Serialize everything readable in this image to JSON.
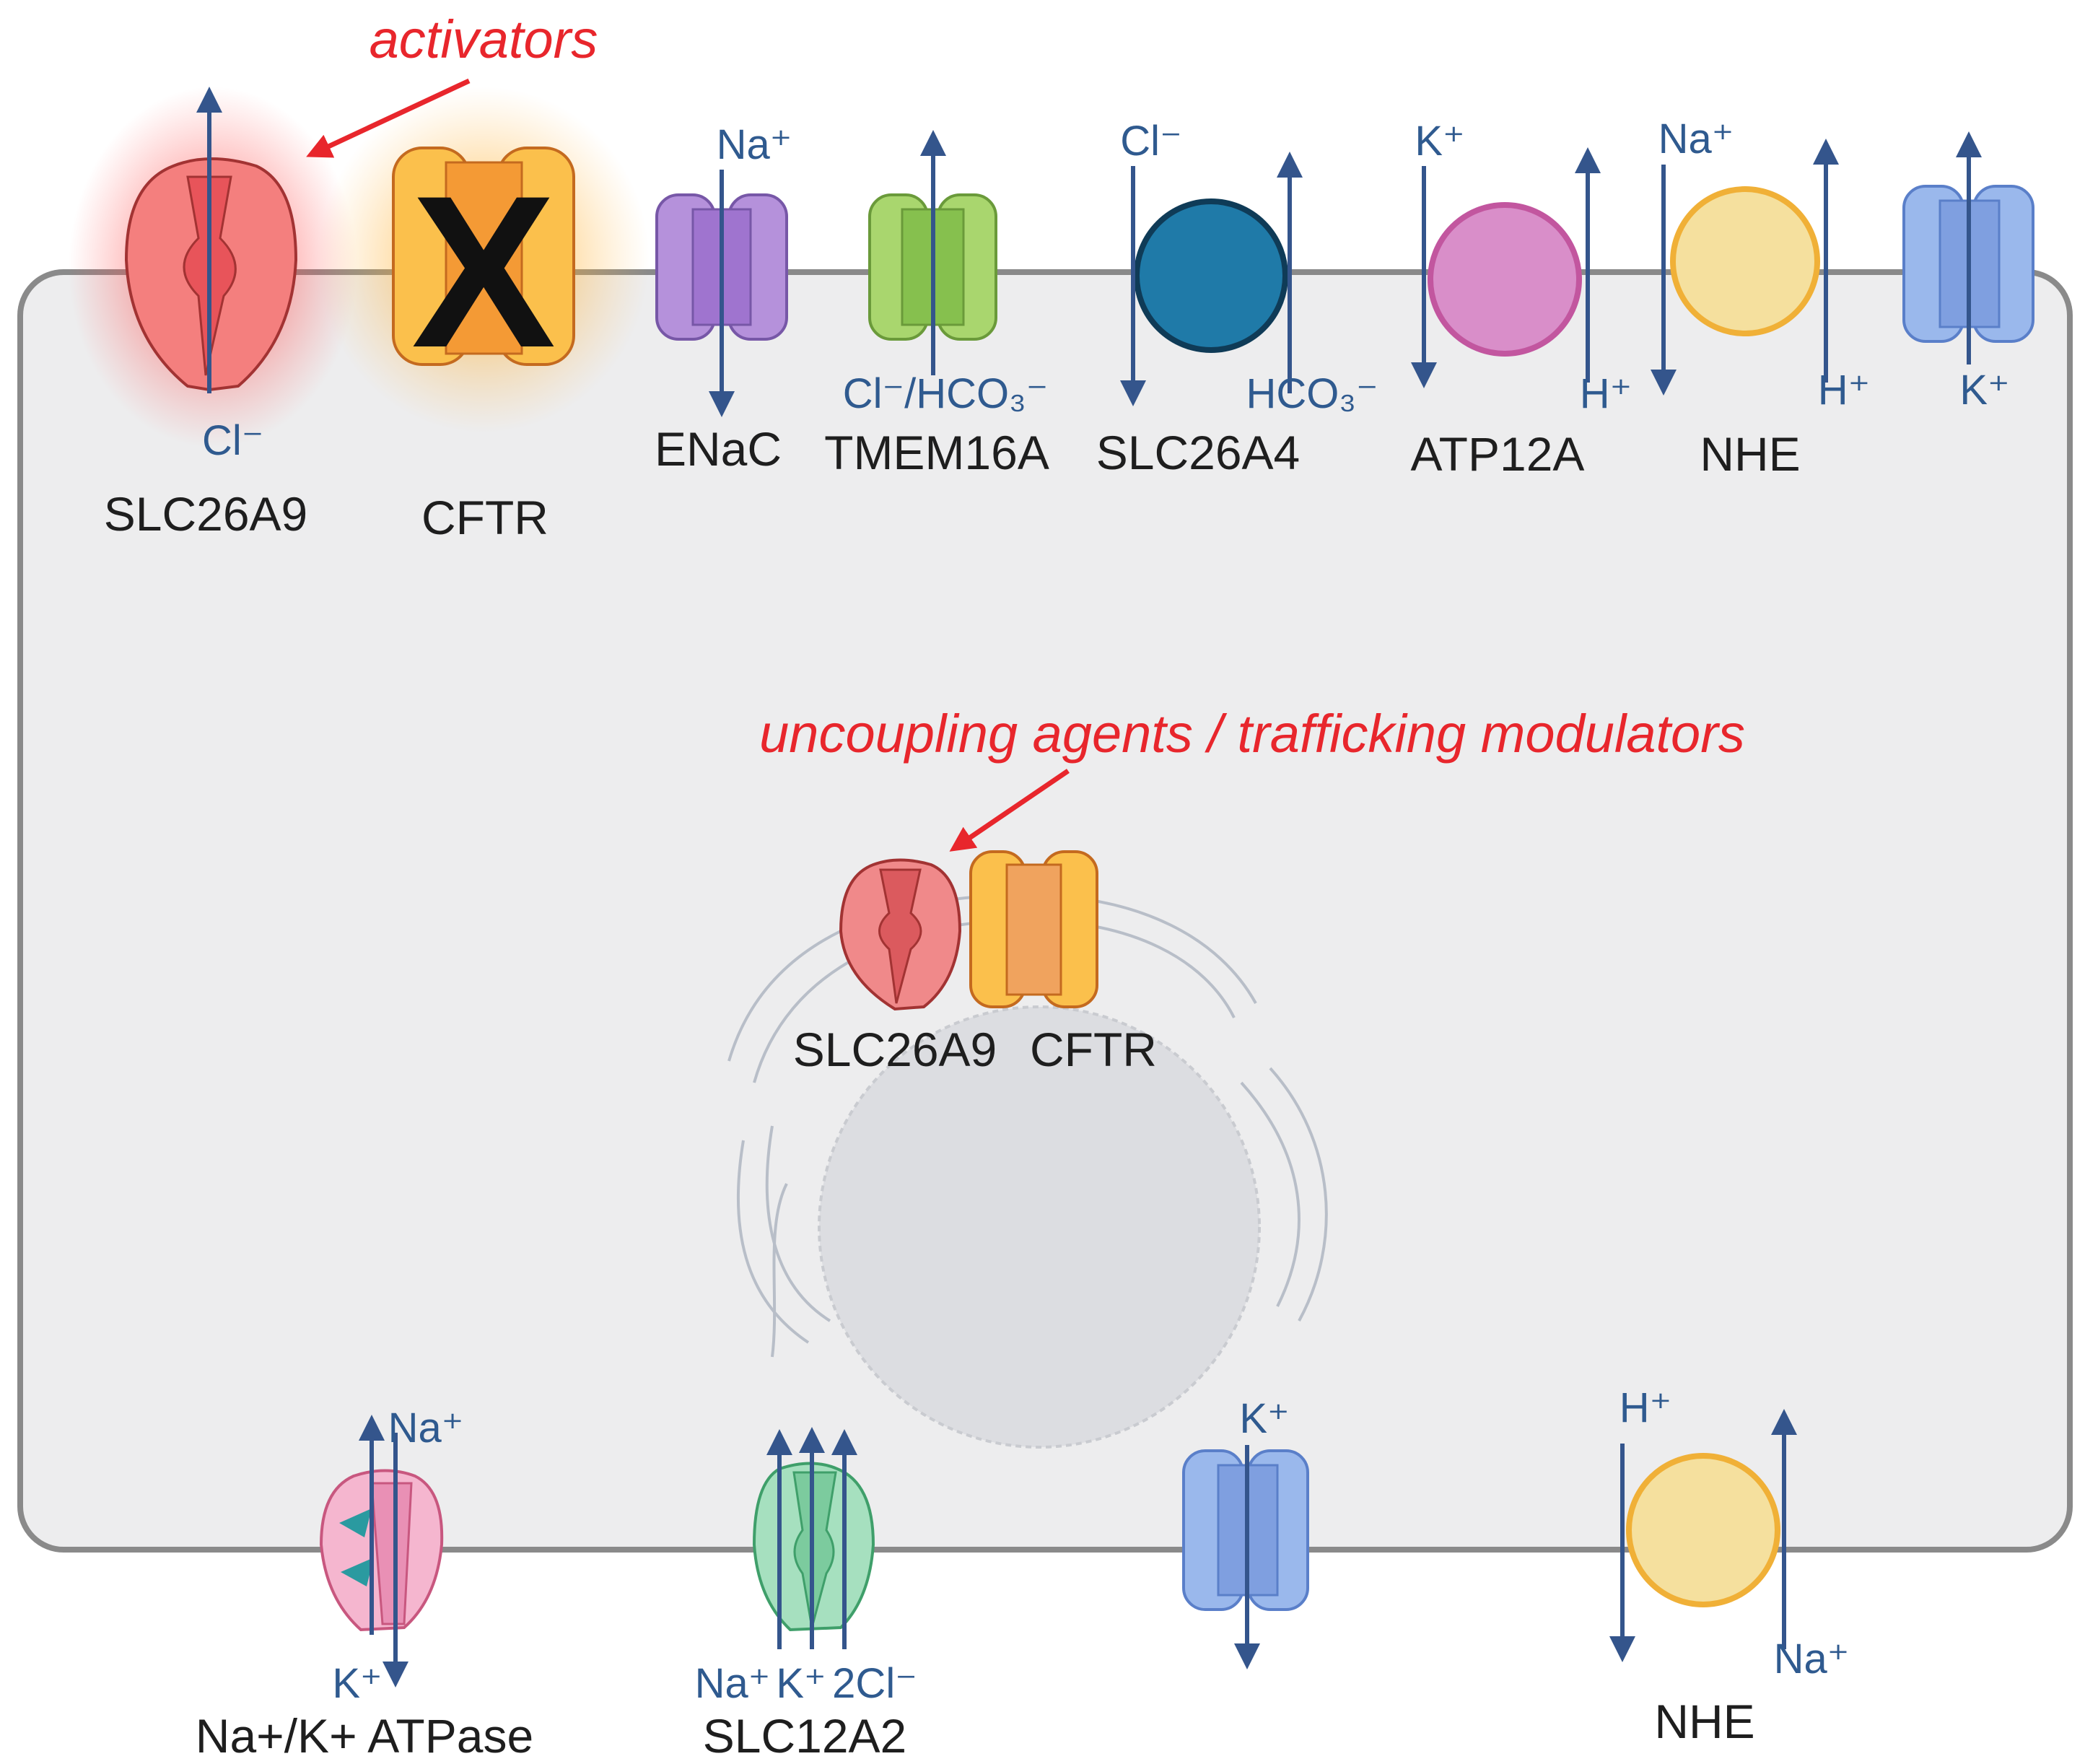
{
  "annotations": {
    "activators": "activators",
    "modulators": "uncoupling agents / trafficking modulators"
  },
  "apical": {
    "slc26a9": {
      "label": "SLC26A9",
      "ion": "Cl⁻"
    },
    "cftr": {
      "label": "CFTR",
      "mark": "X"
    },
    "enac": {
      "label": "ENaC",
      "ion": "Na⁺"
    },
    "tmem16a": {
      "label": "TMEM16A",
      "ion": "Cl⁻/HCO₃⁻"
    },
    "slc26a4": {
      "label": "SLC26A4",
      "ion_in": "Cl⁻",
      "ion_out": "HCO₃⁻"
    },
    "atp12a": {
      "label": "ATP12A",
      "ion_in": "K⁺",
      "ion_out": "H⁺"
    },
    "nhe": {
      "label": "NHE",
      "ion_in": "Na⁺",
      "ion_out": "H⁺"
    },
    "k_channel": {
      "ion": "K⁺"
    }
  },
  "intracellular": {
    "slc26a9": {
      "label": "SLC26A9"
    },
    "cftr": {
      "label": "CFTR"
    }
  },
  "basolateral": {
    "nak_atpase": {
      "label": "Na+/K+ ATPase",
      "ion_up": "Na⁺",
      "ion_down": "K⁺"
    },
    "slc12a2": {
      "label": "SLC12A2",
      "ions": [
        "Na⁺",
        "K⁺",
        "2Cl⁻"
      ]
    },
    "k_channel": {
      "ion": "K⁺"
    },
    "nhe": {
      "label": "NHE",
      "ion_in": "H⁺",
      "ion_out": "Na⁺"
    }
  },
  "colors": {
    "cell_fill": "#ededee",
    "membrane": "#8a8a8a",
    "arrow": "#34558c",
    "annotation": "#e8262c",
    "slc26a9": "#f47f7e",
    "cftr": "#fbc04c",
    "enac": "#b591db",
    "tmem16a": "#a9d66e",
    "slc26a4": "#1f7aa8",
    "atp12a": "#d98ec9",
    "nhe": "#f5e09e",
    "k_channel": "#9ab8ec"
  }
}
